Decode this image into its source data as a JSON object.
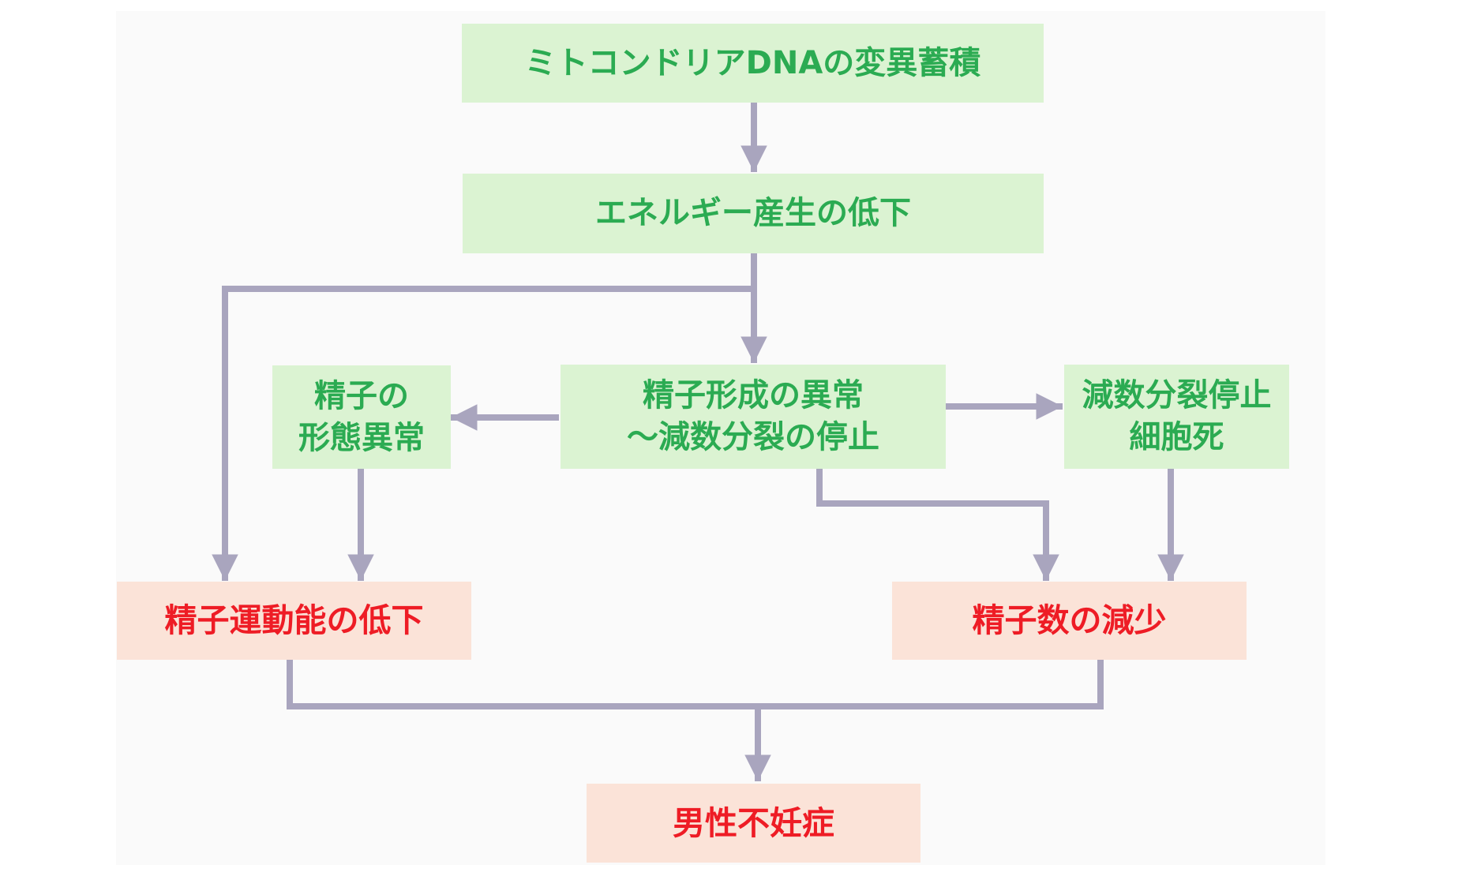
{
  "diagram": {
    "colors": {
      "cause_box_fill": "#dbf3d2",
      "cause_text": "#2bab52",
      "outcome_box_fill": "#fbe3d8",
      "outcome_text": "#ee1c25",
      "connector": "#a9a5be",
      "panel": "#fafafa"
    },
    "nodes": {
      "mtdna": "ミトコンドリアDNAの変異蓄積",
      "energy": "エネルギー産生の低下",
      "morphology": "精子の\n形態異常",
      "spermatogenesis": "精子形成の異常\n〜減数分裂の停止",
      "apoptosis": "減数分裂停止\n細胞死",
      "motility": "精子運動能の低下",
      "count": "精子数の減少",
      "infertility": "男性不妊症"
    },
    "edges": [
      [
        "mtdna",
        "energy"
      ],
      [
        "energy",
        "spermatogenesis"
      ],
      [
        "energy",
        "motility"
      ],
      [
        "spermatogenesis",
        "morphology"
      ],
      [
        "spermatogenesis",
        "apoptosis"
      ],
      [
        "spermatogenesis",
        "count"
      ],
      [
        "morphology",
        "motility"
      ],
      [
        "apoptosis",
        "count"
      ],
      [
        "motility",
        "infertility"
      ],
      [
        "count",
        "infertility"
      ]
    ]
  }
}
